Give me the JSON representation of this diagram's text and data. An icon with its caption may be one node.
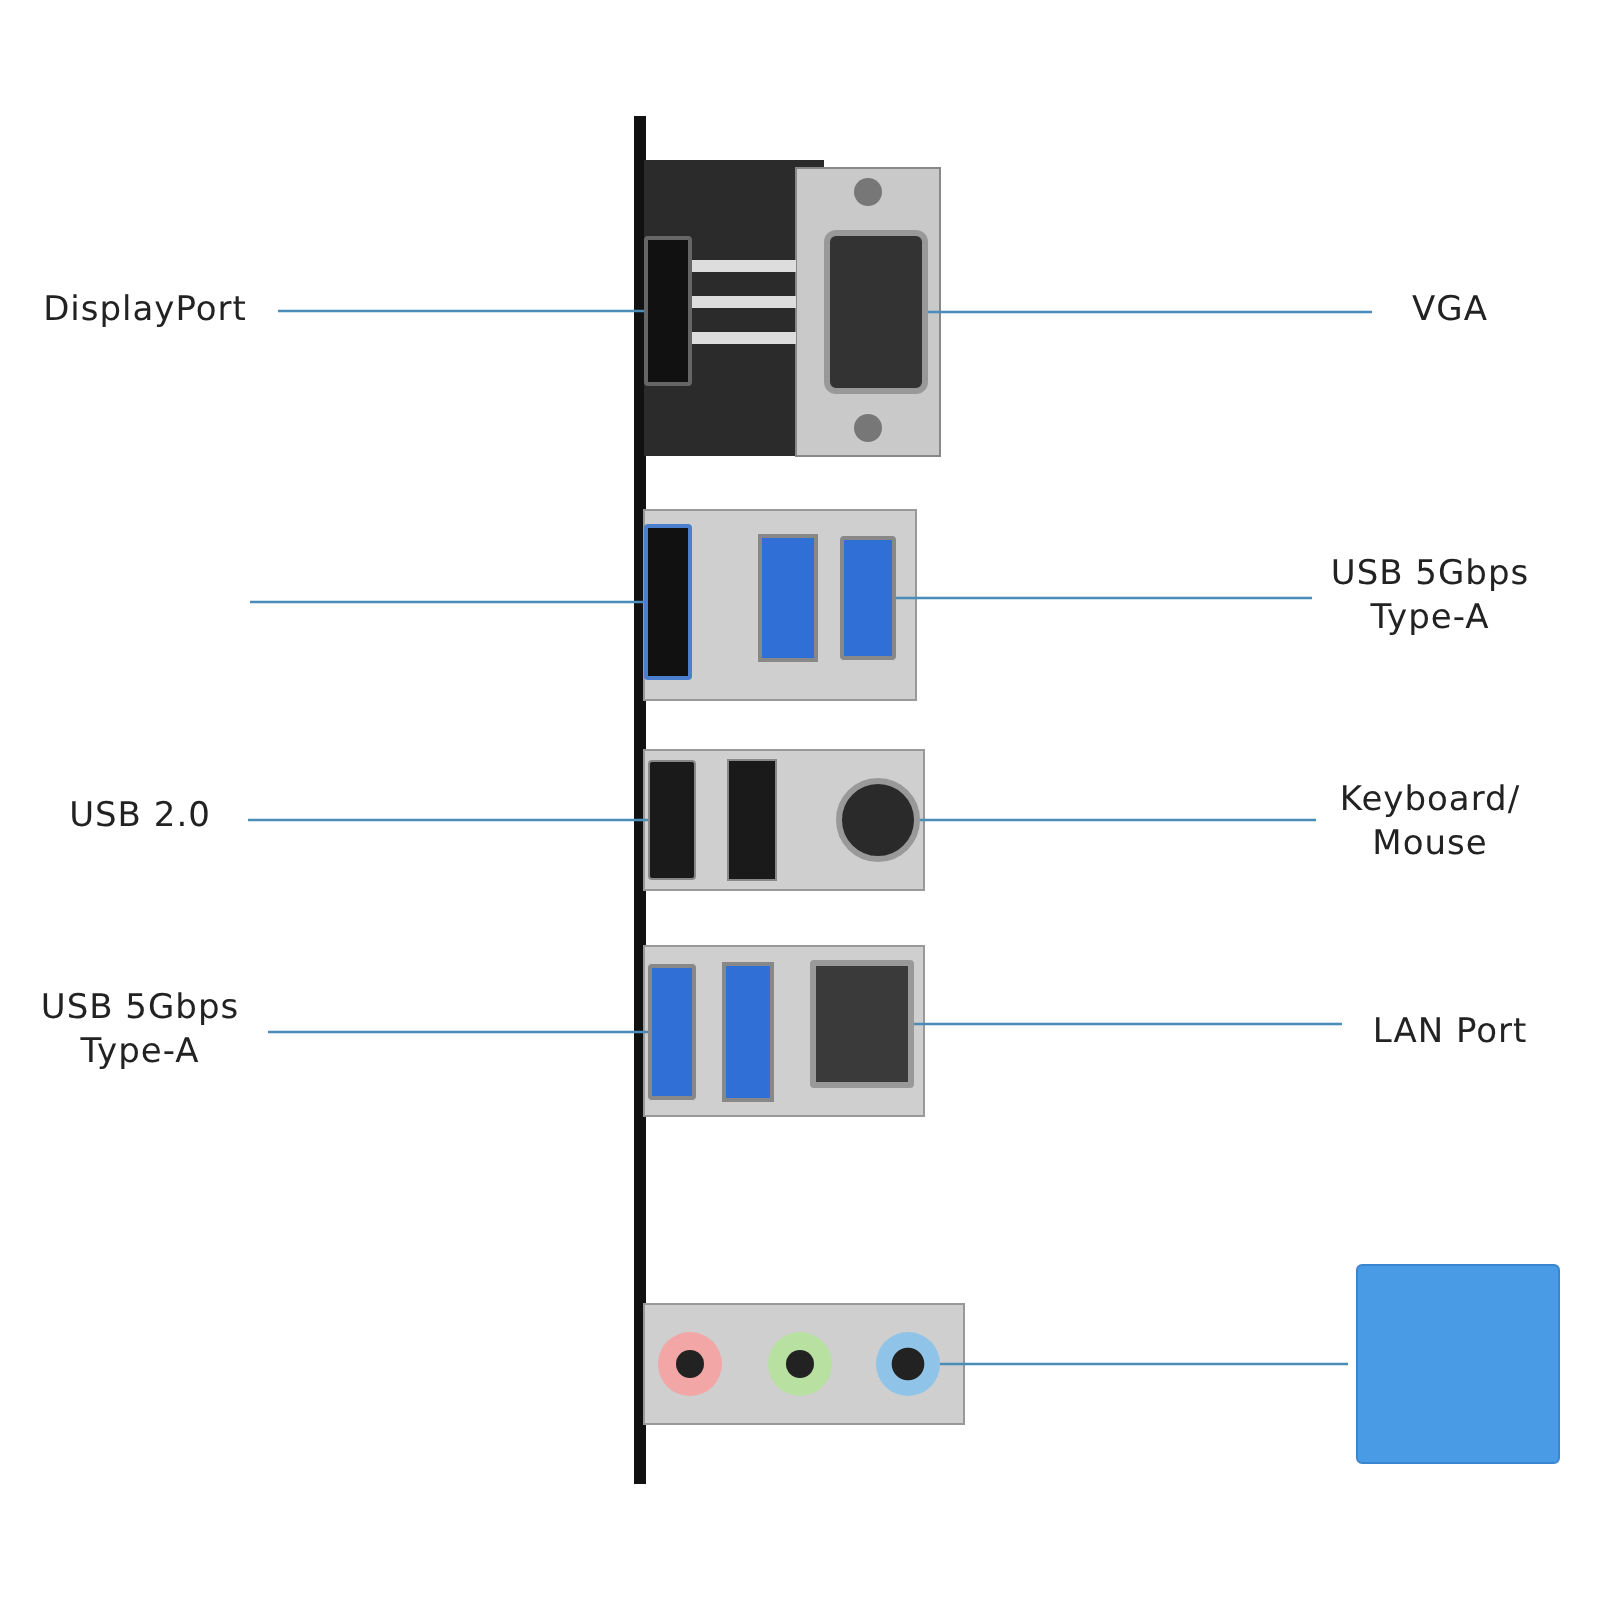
{
  "diagram": {
    "nodes": [
      {
        "text": [
          "DisplayPort"
        ]
      },
      {
        "text": [],
        "shape": "box"
      },
      {
        "text": [
          "VGA"
        ]
      },
      {
        "text": [],
        "shape": "box"
      },
      {
        "text": [],
        "shape": "box"
      },
      {
        "text": [
          "USB 5Gbps Type-A"
        ]
      },
      {
        "text": [],
        "shape": "box"
      },
      {
        "text": [
          "USB 2.0"
        ]
      },
      {
        "text": [],
        "shape": "box"
      },
      {
        "text": [
          "Keyboard/ Mouse"
        ]
      },
      {
        "text": [],
        "shape": "circle"
      },
      {
        "text": [
          "USB 5Gbps Type-A"
        ]
      },
      {
        "text": [],
        "shape": "box"
      },
      {
        "text": [
          "LAN Port"
        ]
      },
      {
        "text": [],
        "shape": "box"
      },
      {
        "text": [],
        "shape": "circle"
      },
      {
        "text": [],
        "shape": "box"
      }
    ],
    "edges": [
      {
        "from": 0,
        "to": 1,
        "arrow": "none"
      },
      {
        "from": 2,
        "to": 3,
        "arrow": "none"
      },
      {
        "from": null,
        "to": 4,
        "arrow": "none"
      },
      {
        "from": 5,
        "to": 6,
        "arrow": "none"
      },
      {
        "from": 7,
        "to": 8,
        "arrow": "none"
      },
      {
        "from": 9,
        "to": 10,
        "arrow": "none"
      },
      {
        "from": 11,
        "to": 12,
        "arrow": "none"
      },
      {
        "from": 13,
        "to": 14,
        "arrow": "none"
      },
      {
        "from": 16,
        "to": 15,
        "arrow": "none"
      }
    ]
  }
}
